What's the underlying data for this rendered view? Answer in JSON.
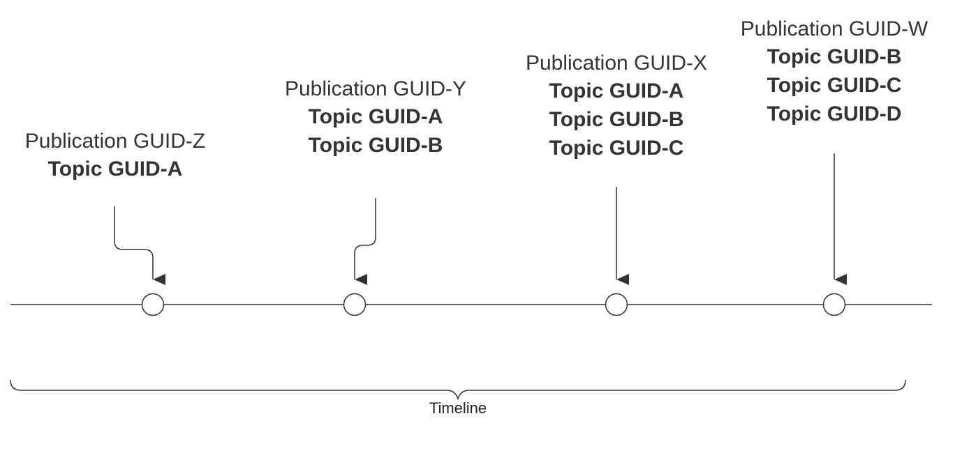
{
  "publications": [
    {
      "title": "Publication GUID-Z",
      "topics": [
        "Topic GUID-A"
      ]
    },
    {
      "title": "Publication GUID-Y",
      "topics": [
        "Topic GUID-A",
        "Topic GUID-B"
      ]
    },
    {
      "title": "Publication GUID-X",
      "topics": [
        "Topic GUID-A",
        "Topic GUID-B",
        "Topic GUID-C"
      ]
    },
    {
      "title": "Publication GUID-W",
      "topics": [
        "Topic GUID-B",
        "Topic GUID-C",
        "Topic GUID-D"
      ]
    }
  ],
  "timeline_label": "Timeline",
  "colors": {
    "line": "#333333",
    "text": "#333333",
    "background": "#ffffff"
  }
}
